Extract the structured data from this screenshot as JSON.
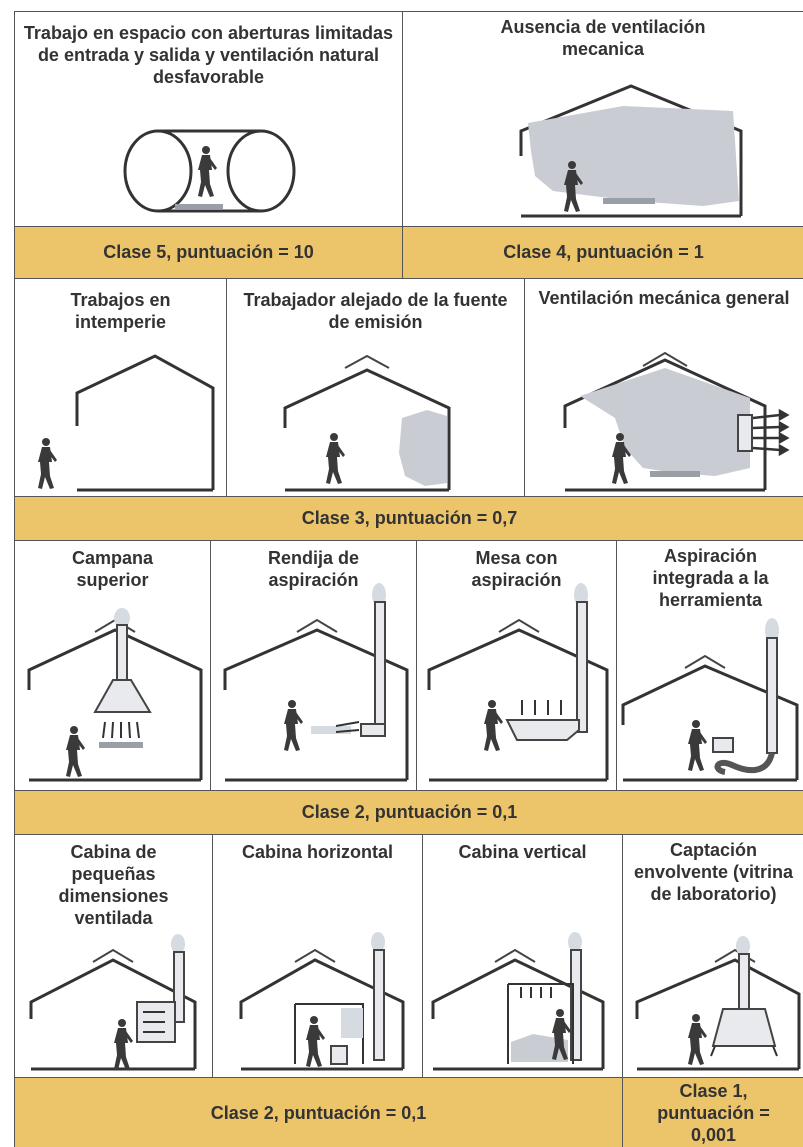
{
  "row1": {
    "cell_a": "Trabajo en espacio con aberturas limitadas de entrada y salida y ventilación natural desfavorable",
    "cell_b": "Ausencia de ventilación mecanica",
    "band_a": "Clase 5, puntuación = 10",
    "band_b": "Clase 4, puntuación = 1"
  },
  "row2": {
    "cell_a": "Trabajos en intemperie",
    "cell_b": "Trabajador alejado de la fuente de emisión",
    "cell_c": "Ventilación mecánica general",
    "band": "Clase 3, puntuación = 0,7"
  },
  "row3": {
    "cell_a": "Campana superior",
    "cell_b": "Rendija de aspiración",
    "cell_c": "Mesa con aspiración",
    "cell_d": "Aspiración integrada a la herramienta",
    "band": "Clase 2, puntuación = 0,1"
  },
  "row4": {
    "cell_a": "Cabina de pequeñas dimensiones ventilada",
    "cell_b": "Cabina horizontal",
    "cell_c": "Cabina vertical",
    "cell_d": "Captación envolvente (vitrina de laboratorio)",
    "band_a": "Clase 2, puntuación = 0,1",
    "band_b": "Clase 1, puntuación = 0,001"
  },
  "colors": {
    "band": "#ecc46a",
    "line": "#333333",
    "cloud": "#c9ccd2"
  },
  "icons": [
    "person-walking-icon",
    "building-outline-icon",
    "tunnel-icon",
    "dust-cloud-icon",
    "hood-icon",
    "extraction-duct-icon",
    "fan-arrows-icon",
    "booth-icon"
  ]
}
